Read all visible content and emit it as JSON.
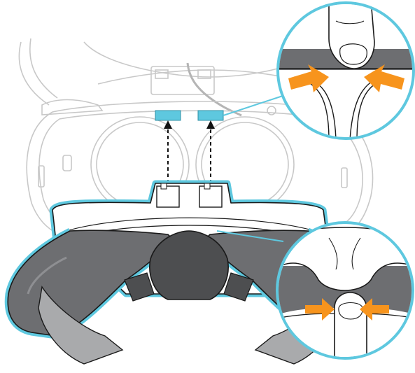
{
  "figure": {
    "kind": "illustration",
    "subject": "face-cushion-attachment",
    "colors": {
      "accent": "#5EC8DF",
      "arrow": "#F7941D",
      "cushion": "#6D6E71",
      "cushion_dark": "#4D4E50",
      "frame_line": "#C8C8C8",
      "foam": "#A9AAAC",
      "outline": "#1A1A1A"
    },
    "callouts": [
      {
        "id": "top-detail",
        "icon": "press-tabs-zoom"
      },
      {
        "id": "bottom-detail",
        "icon": "press-center-clip-zoom"
      }
    ]
  }
}
